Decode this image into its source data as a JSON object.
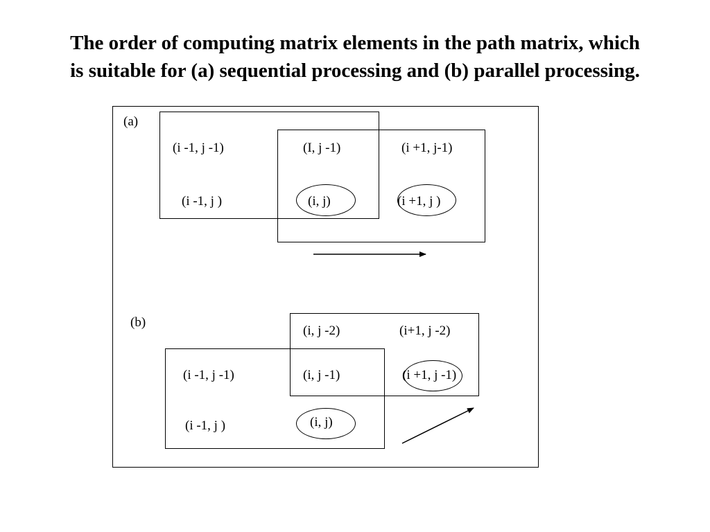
{
  "title": {
    "line1": "The order of computing matrix elements in the path matrix, which",
    "line2": "is suitable for (a) sequential processing and (b) parallel processing."
  },
  "panel_a": {
    "label": "(a)",
    "cells": {
      "im1_jm1": "(i -1, j -1)",
      "I_jm1": "(I, j -1)",
      "ip1_jm1": "(i +1, j-1)",
      "im1_j": "(i -1, j )",
      "i_j": "(i, j)",
      "ip1_j": "(i +1, j )"
    }
  },
  "panel_b": {
    "label": "(b)",
    "cells": {
      "i_jm2": "(i, j -2)",
      "ip1_jm2": "(i+1, j -2)",
      "im1_jm1": "(i -1, j -1)",
      "i_jm1": "(i, j -1)",
      "ip1_jm1": "(i +1, j -1)",
      "im1_j": "(i -1, j )",
      "i_j": "(i, j)"
    }
  }
}
